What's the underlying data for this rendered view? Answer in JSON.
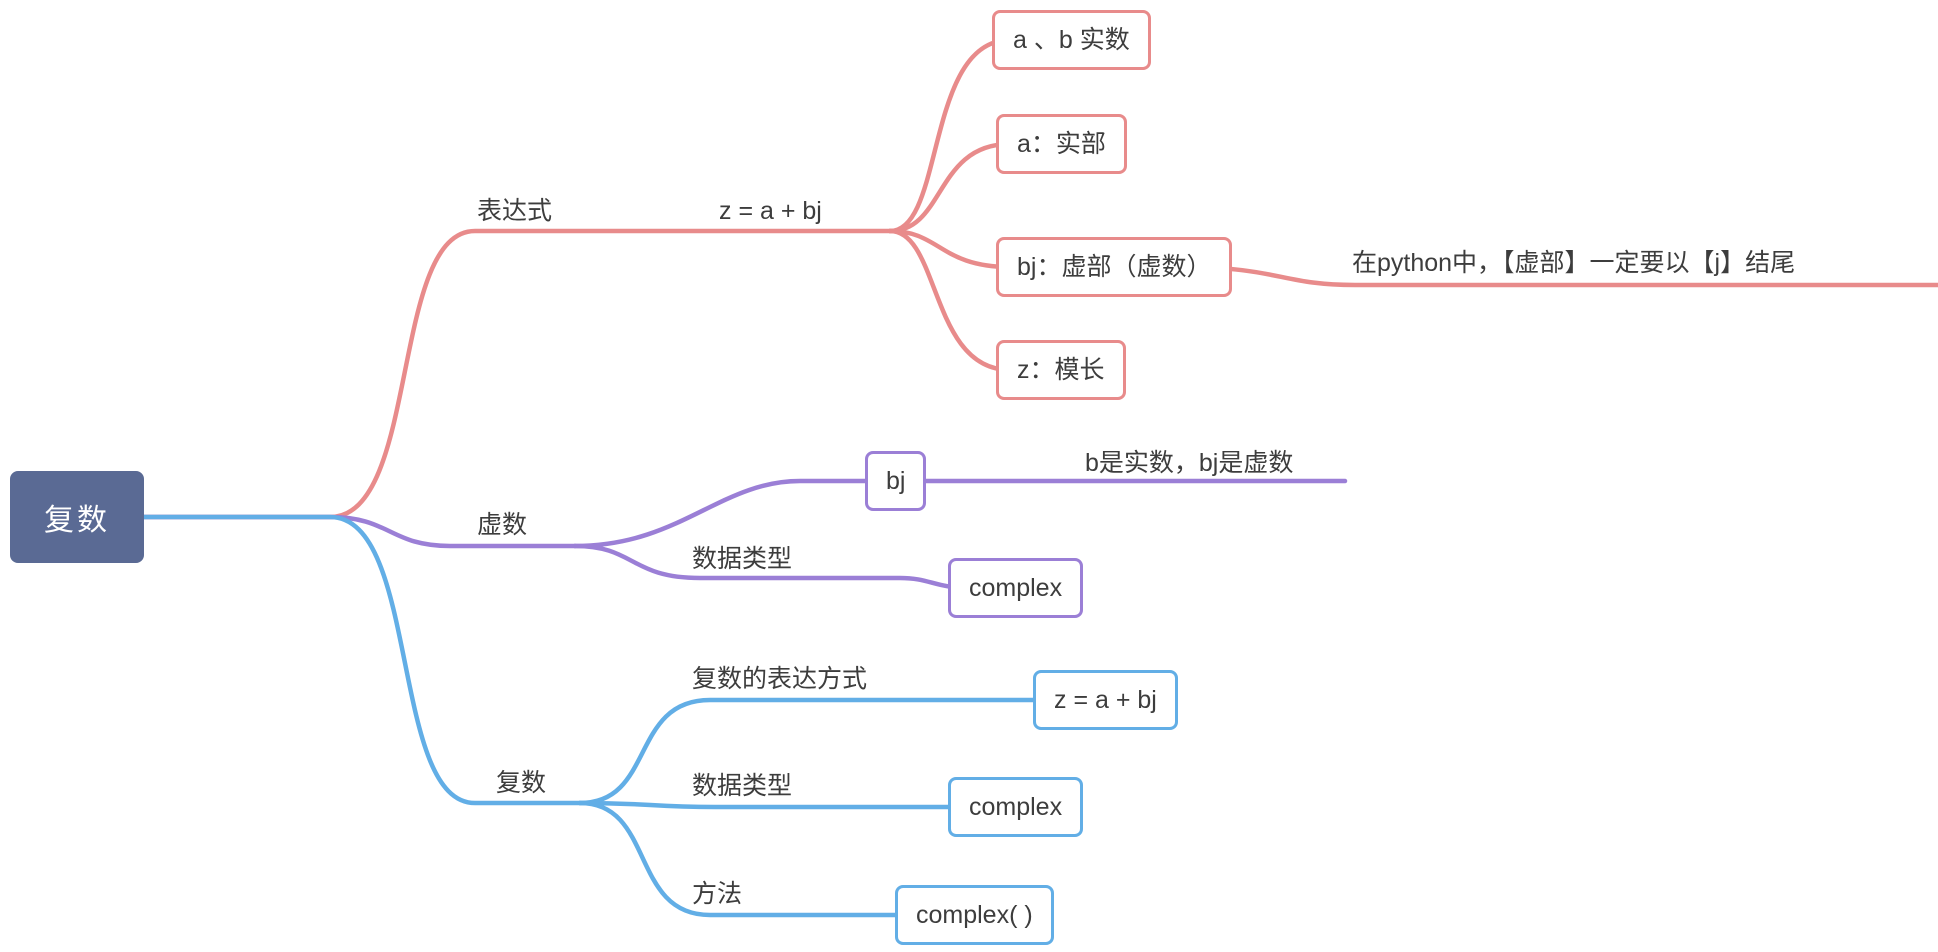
{
  "colors": {
    "root_bg": "#5a6a94",
    "branch_red": "#e88b8b",
    "branch_purple": "#9b7fd6",
    "branch_blue": "#62aee6"
  },
  "root": {
    "label": "复数"
  },
  "expression_branch": {
    "label": "表达式",
    "formula": "z = a + bj",
    "children": [
      {
        "label": "a 、b 实数"
      },
      {
        "label": "a：实部"
      },
      {
        "label": "bj：虚部（虚数）",
        "note": "在python中，【虚部】一定要以【j】结尾"
      },
      {
        "label": "z：模长"
      }
    ]
  },
  "imaginary_branch": {
    "label": "虚数",
    "bj_node": {
      "label": "bj",
      "note": "b是实数，bj是虚数"
    },
    "datatype": {
      "label": "数据类型",
      "value": "complex"
    }
  },
  "complex_branch": {
    "label": "复数",
    "expression": {
      "label": "复数的表达方式",
      "value": "z = a + bj"
    },
    "datatype": {
      "label": "数据类型",
      "value": "complex"
    },
    "method": {
      "label": "方法",
      "value": "complex( )"
    }
  }
}
